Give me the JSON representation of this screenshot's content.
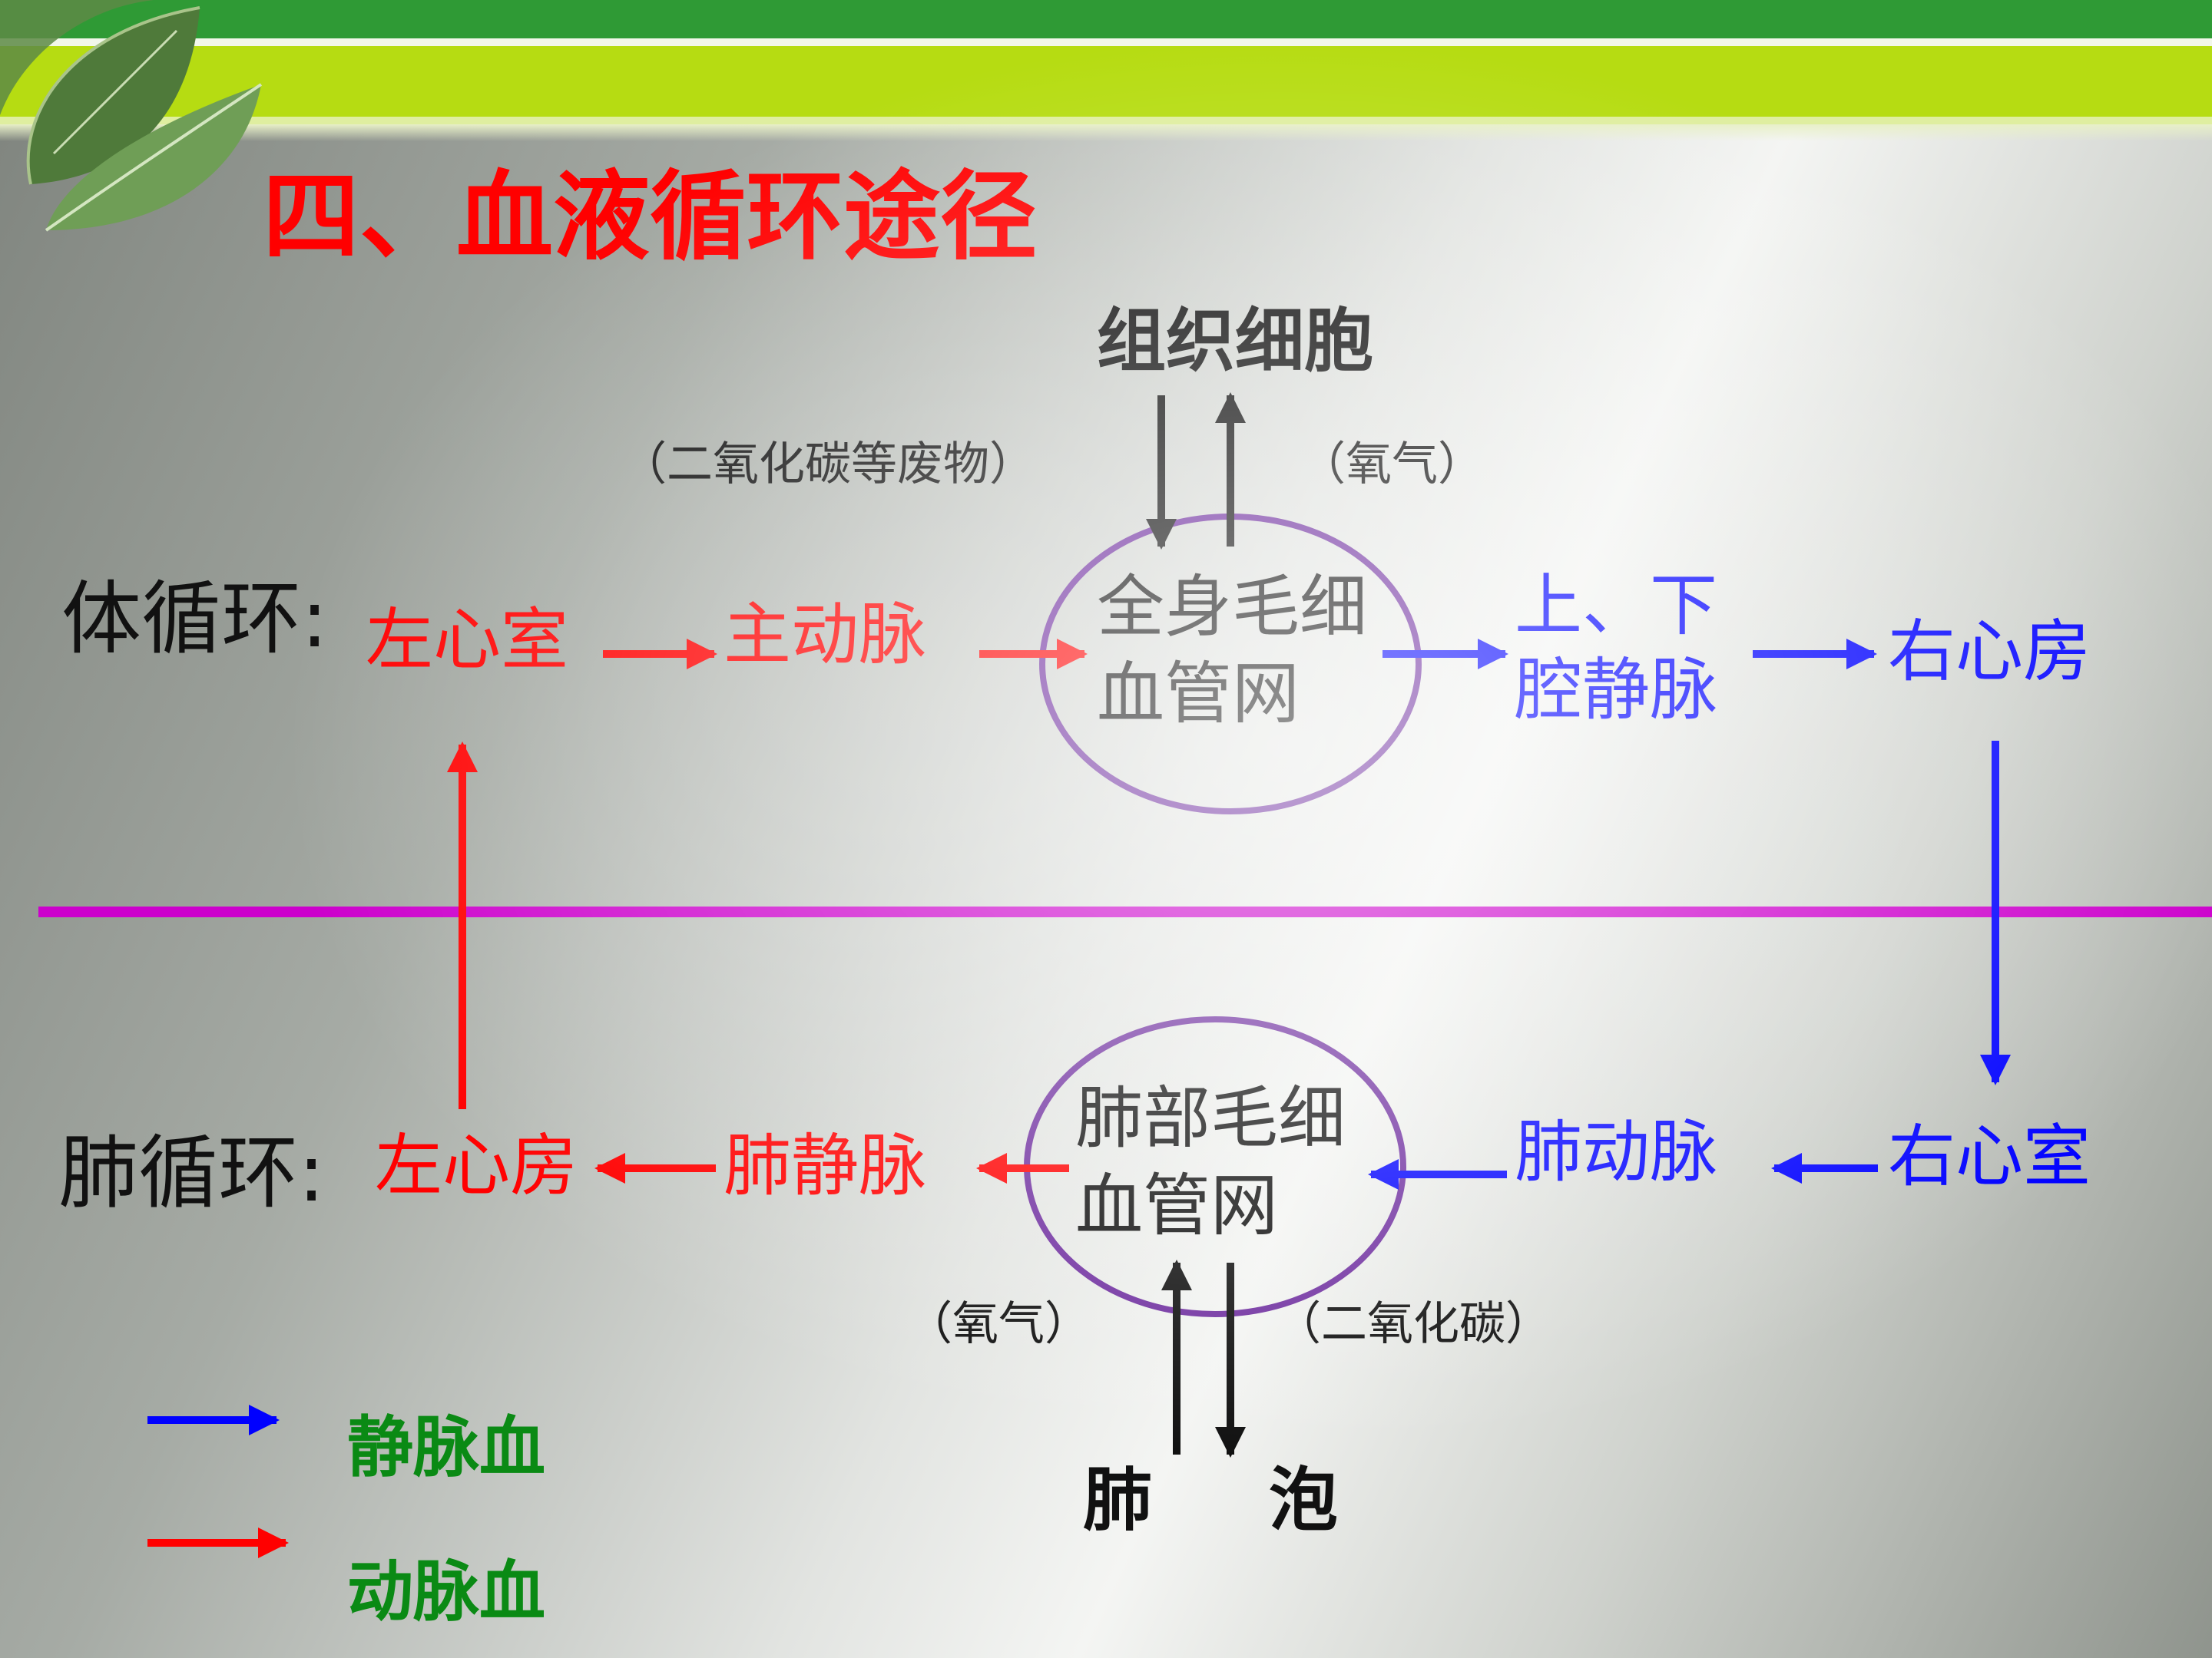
{
  "title": "四、血液循环途径",
  "systemic": {
    "row_label": "体循环:",
    "left_ventricle": "左心室",
    "aorta": "主动脉",
    "capillary_line1": "全身毛细",
    "capillary_line2": "血管网",
    "vena_cava_line1": "上、下",
    "vena_cava_line2": "腔静脉",
    "right_atrium": "右心房",
    "tissue_cells": "组织细胞",
    "waste_label": "（二氧化碳等废物）",
    "oxygen_label": "（氧气）"
  },
  "pulmonary": {
    "row_label": "肺循环:",
    "left_atrium": "左心房",
    "pulmonary_vein": "肺静脉",
    "capillary_line1": "肺部毛细",
    "capillary_line2": "血管网",
    "pulmonary_artery": "肺动脉",
    "right_ventricle": "右心室",
    "alveoli_1": "肺",
    "alveoli_2": "泡",
    "oxygen_label": "（氧气）",
    "co2_label": "（二氧化碳）"
  },
  "legend": {
    "venous_blood": "静脉血",
    "arterial_blood": "动脉血"
  },
  "colors": {
    "arterial": "#ff0000",
    "venous": "#0000ff",
    "divider": "#cc00cc",
    "circle": "#7030a0",
    "exchange": "#111111",
    "legend_text": "#0a8a14",
    "title": "#ff0000"
  }
}
